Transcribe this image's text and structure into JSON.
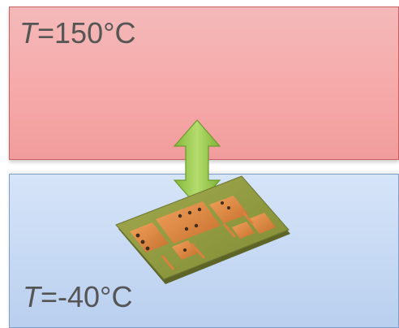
{
  "hot_chamber": {
    "var": "T",
    "value": "=150°C"
  },
  "cold_chamber": {
    "var": "T",
    "value": "=-40°C"
  },
  "colors": {
    "hot_fill": "#f6a9a9",
    "hot_border": "#c9605f",
    "cold_fill": "#c5d8f3",
    "cold_border": "#7f9fc9",
    "arrow_fill": "#9bcb4f",
    "pcb_substrate": "#8f9a3e",
    "copper": "#d9813e"
  },
  "icons": {
    "arrow": "double-vertical-arrow-icon",
    "board": "pcb-test-board-icon"
  }
}
